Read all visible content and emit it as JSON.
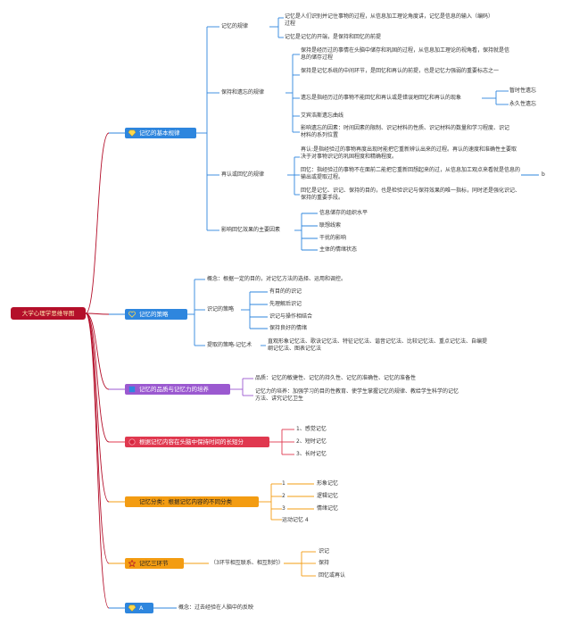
{
  "root": "大学心理学思维导图",
  "colors": {
    "blue": "#2e86de",
    "purple": "#9b59d0",
    "red": "#e0384f",
    "orange": "#f39c12",
    "root": "#b40f2a"
  },
  "b1": {
    "title": "记忆的基本规律",
    "icon": "gem-icon",
    "s1": {
      "label": "记忆的规律",
      "i1": "记忆是人们识别并记住事物的过程，从信息加工理论角度讲，记忆是信息的输入（编码）过程",
      "i2": "记忆是记忆的开端，是保持和回忆的前提"
    },
    "s2": {
      "label": "保持和遗忘的规律",
      "i1": "保持是经历过的事情在头脑中储存和巩固的过程，从信息加工理论的视角看，保持就是信息的储存过程",
      "i2": "保持是记忆系统的中间环节，是回忆和再认的前提，也是记忆力强弱的重要标志之一",
      "i3": "遗忘是指经历过的事物不能回忆和再认或是错误地回忆和再认的现象",
      "i3a": "暂时性遗忘",
      "i3b": "永久性遗忘",
      "i4": "艾宾浩斯遗忘曲线",
      "i5": "影响遗忘的因素：时间因素的限制、识记材料的性质、识记材料的数量和学习程度、识记材料的系列位置"
    },
    "s3": {
      "label": "再认或回忆的规律",
      "i1": "再认:是指经验过的事物再度出现时能把它重新辨认出来的过程。再认的速度和准确性主要取决于对事物识记的巩固程度和精确程度。",
      "i2": "回忆：指经验过的事物不在面前二能把它重新回想起来的过，从信息加工观点来看就是信息的输出或提取过程。",
      "i3": "回忆是记忆、识记、保持的目的，也是检验识记与保持效果的唯一指标，同时还是强化识记、保持的重要手段。",
      "side": "b"
    },
    "s4": {
      "label": "影响回忆效果的主要因素",
      "i1": "信息储存的组织水平",
      "i2": "联想线索",
      "i3": "干扰的影响",
      "i4": "主体的情绪状态"
    }
  },
  "b2": {
    "title": "记忆的策略",
    "icon": "heart-icon",
    "s0": "概念：根据一定的目的，对记忆方法的选择、运用和调控。",
    "s1": {
      "label": "识记的策略",
      "i1": "有目的的识记",
      "i2": "先理解后识记",
      "i3": "识记与操作相结合",
      "i4": "保持良好的情绪"
    },
    "s2": {
      "label": "提取的策略-记忆术",
      "i1": "直观形象记忆法、歌诀记忆法、特征记忆法、谐音记忆法、比较记忆法、重点记忆法、自编提纲记忆法、图表记忆法"
    }
  },
  "b3": {
    "title": "记忆的品质与记忆力的培养",
    "icon": "square-icon",
    "i1": "品质：记忆的敏捷性、记忆的持久性、记忆的准确性、记忆的准备性",
    "i2": "记忆力的培养：加强学习的目的性教育、使学生掌握记忆的规律、教给学生科学的记忆方法、讲究记忆卫生"
  },
  "b4": {
    "title": "根据记忆内容在头脑中保持时间的长短分",
    "icon": "circle-icon",
    "i1": "1、感觉记忆",
    "i2": "2、短时记忆",
    "i3": "3、长时记忆"
  },
  "b5": {
    "title": "记忆分类：根据记忆内容的不同分类",
    "n1": "1",
    "l1": "形象记忆",
    "n2": "2",
    "l2": "逻辑记忆",
    "n3": "3",
    "l3": "情绪记忆",
    "i4": "运动记忆 4"
  },
  "b6": {
    "title": "记忆三环节",
    "icon": "star-icon",
    "note": "（3环节相互联系、相互制约）",
    "i1": "识记",
    "i2": "保持",
    "i3": "回忆或再认"
  },
  "b7": {
    "title": "A",
    "icon": "gem-icon",
    "concept": "概念：过去经验在人脑中的反映"
  }
}
